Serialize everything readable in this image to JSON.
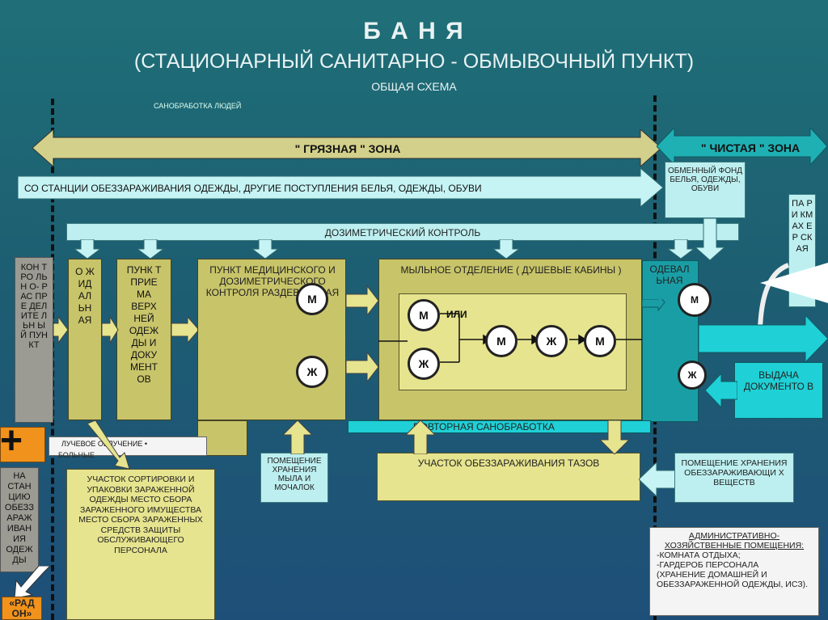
{
  "title": {
    "main": "Б А Н Я",
    "sub": "(СТАЦИОНАРНЫЙ  САНИТАРНО - ОБМЫВОЧНЫЙ  ПУНКТ)",
    "scheme": "ОБЩАЯ    СХЕМА",
    "note": "САНОБРАБОТКА ЛЮДЕЙ"
  },
  "zones": {
    "dirty": "\" ГРЯЗНАЯ \"      ЗОНА",
    "clean": "\" ЧИСТАЯ \"  ЗОНА"
  },
  "intake": "СО   СТАНЦИИ   ОБЕЗЗАРАЖИВАНИЯ   ОДЕЖДЫ,   ДРУГИЕ   ПОСТУПЛЕНИЯ   БЕЛЬЯ,   ОДЕЖДЫ,   ОБУВИ",
  "exchange_fund": "ОБМЕННЫЙ ФОНД БЕЛЬЯ, ОДЕЖДЫ, ОБУВИ",
  "barber": "ПА РИ КМ АХ ЕР СК АЯ",
  "dosimetric": "ДОЗИМЕТРИЧЕСКИЙ             КОНТРОЛЬ",
  "control_point": "КОН ТРО ЛЬН О- РАС ПРЕ ДЕЛ ИТЕ ЛЬН ЫЙ ПУН КТ",
  "waiting": "О Ж ИД АЛ ЬН АЯ",
  "reception": "ПУНК Т ПРИЕ МА ВЕРХ НЕЙ ОДЕЖ ДЫ И ДОКУ МЕНТ ОВ",
  "medical": "ПУНКТ МЕДИЦИНСКОГО И ДОЗИМЕТРИЧЕСКОГО КОНТРОЛЯ РАЗДЕВАЛЬНАЯ",
  "soap": "МЫЛЬНОЕ   ОТДЕЛЕНИЕ ( ДУШЕВЫЕ КАБИНЫ )",
  "dressing": "ОДЕВАЛ ЬНАЯ",
  "repeat": "ПОВТОРНАЯ  САНОБРАБОТКА",
  "docs_out": "ВЫДАЧА ДОКУМЕНТО В",
  "radiation": "ЛУЧЕВОЕ ОБЛУЧЕНИЕ  •",
  "sick": "БОЛЬНЫЕ",
  "to_station": "НА СТАН ЦИЮ ОБЕЗЗ АРАЖ ИВАН ИЯ ОДЕЖ ДЫ",
  "radon": "«РАД ОН»",
  "sorting": "УЧАСТОК  СОРТИРОВКИ  И УПАКОВКИ  ЗАРАЖЕННОЙ ОДЕЖДЫ МЕСТО  СБОРА ЗАРАЖЕННОГО ИМУЩЕСТВА МЕСТО  СБОРА ЗАРАЖЕННЫХ СРЕДСТВ ЗАЩИТЫ ОБСЛУЖИВАЮЩЕГО ПЕРСОНАЛА",
  "soap_storage": "ПОМЕЩЕНИЕ ХРАНЕНИЯ МЫЛА И МОЧАЛОК",
  "basin": "УЧАСТОК  ОБЕЗЗАРАЖИВАНИЯ  ТАЗОВ",
  "disinfect_storage": "ПОМЕЩЕНИЕ ХРАНЕНИЯ ОБЕЗЗАРАЖИВАЮЩИ Х ВЕЩЕСТВ",
  "admin": {
    "heading": "АДМИНИСТРАТИВНО-ХОЗЯЙСТВЕННЫЕ  ПОМЕЩЕНИЯ:",
    "line1": "-КОМНАТА  ОТДЫХА;",
    "line2": "-ГАРДЕРОБ ПЕРСОНАЛА",
    "line3": "(ХРАНЕНИЕ ДОМАШНЕЙ И ОБЕЗЗАРАЖЕННОЙ ОДЕЖДЫ, ИСЗ)."
  },
  "labels": {
    "m": "М",
    "zh": "Ж",
    "or": "ИЛИ",
    "plus": "+"
  }
}
